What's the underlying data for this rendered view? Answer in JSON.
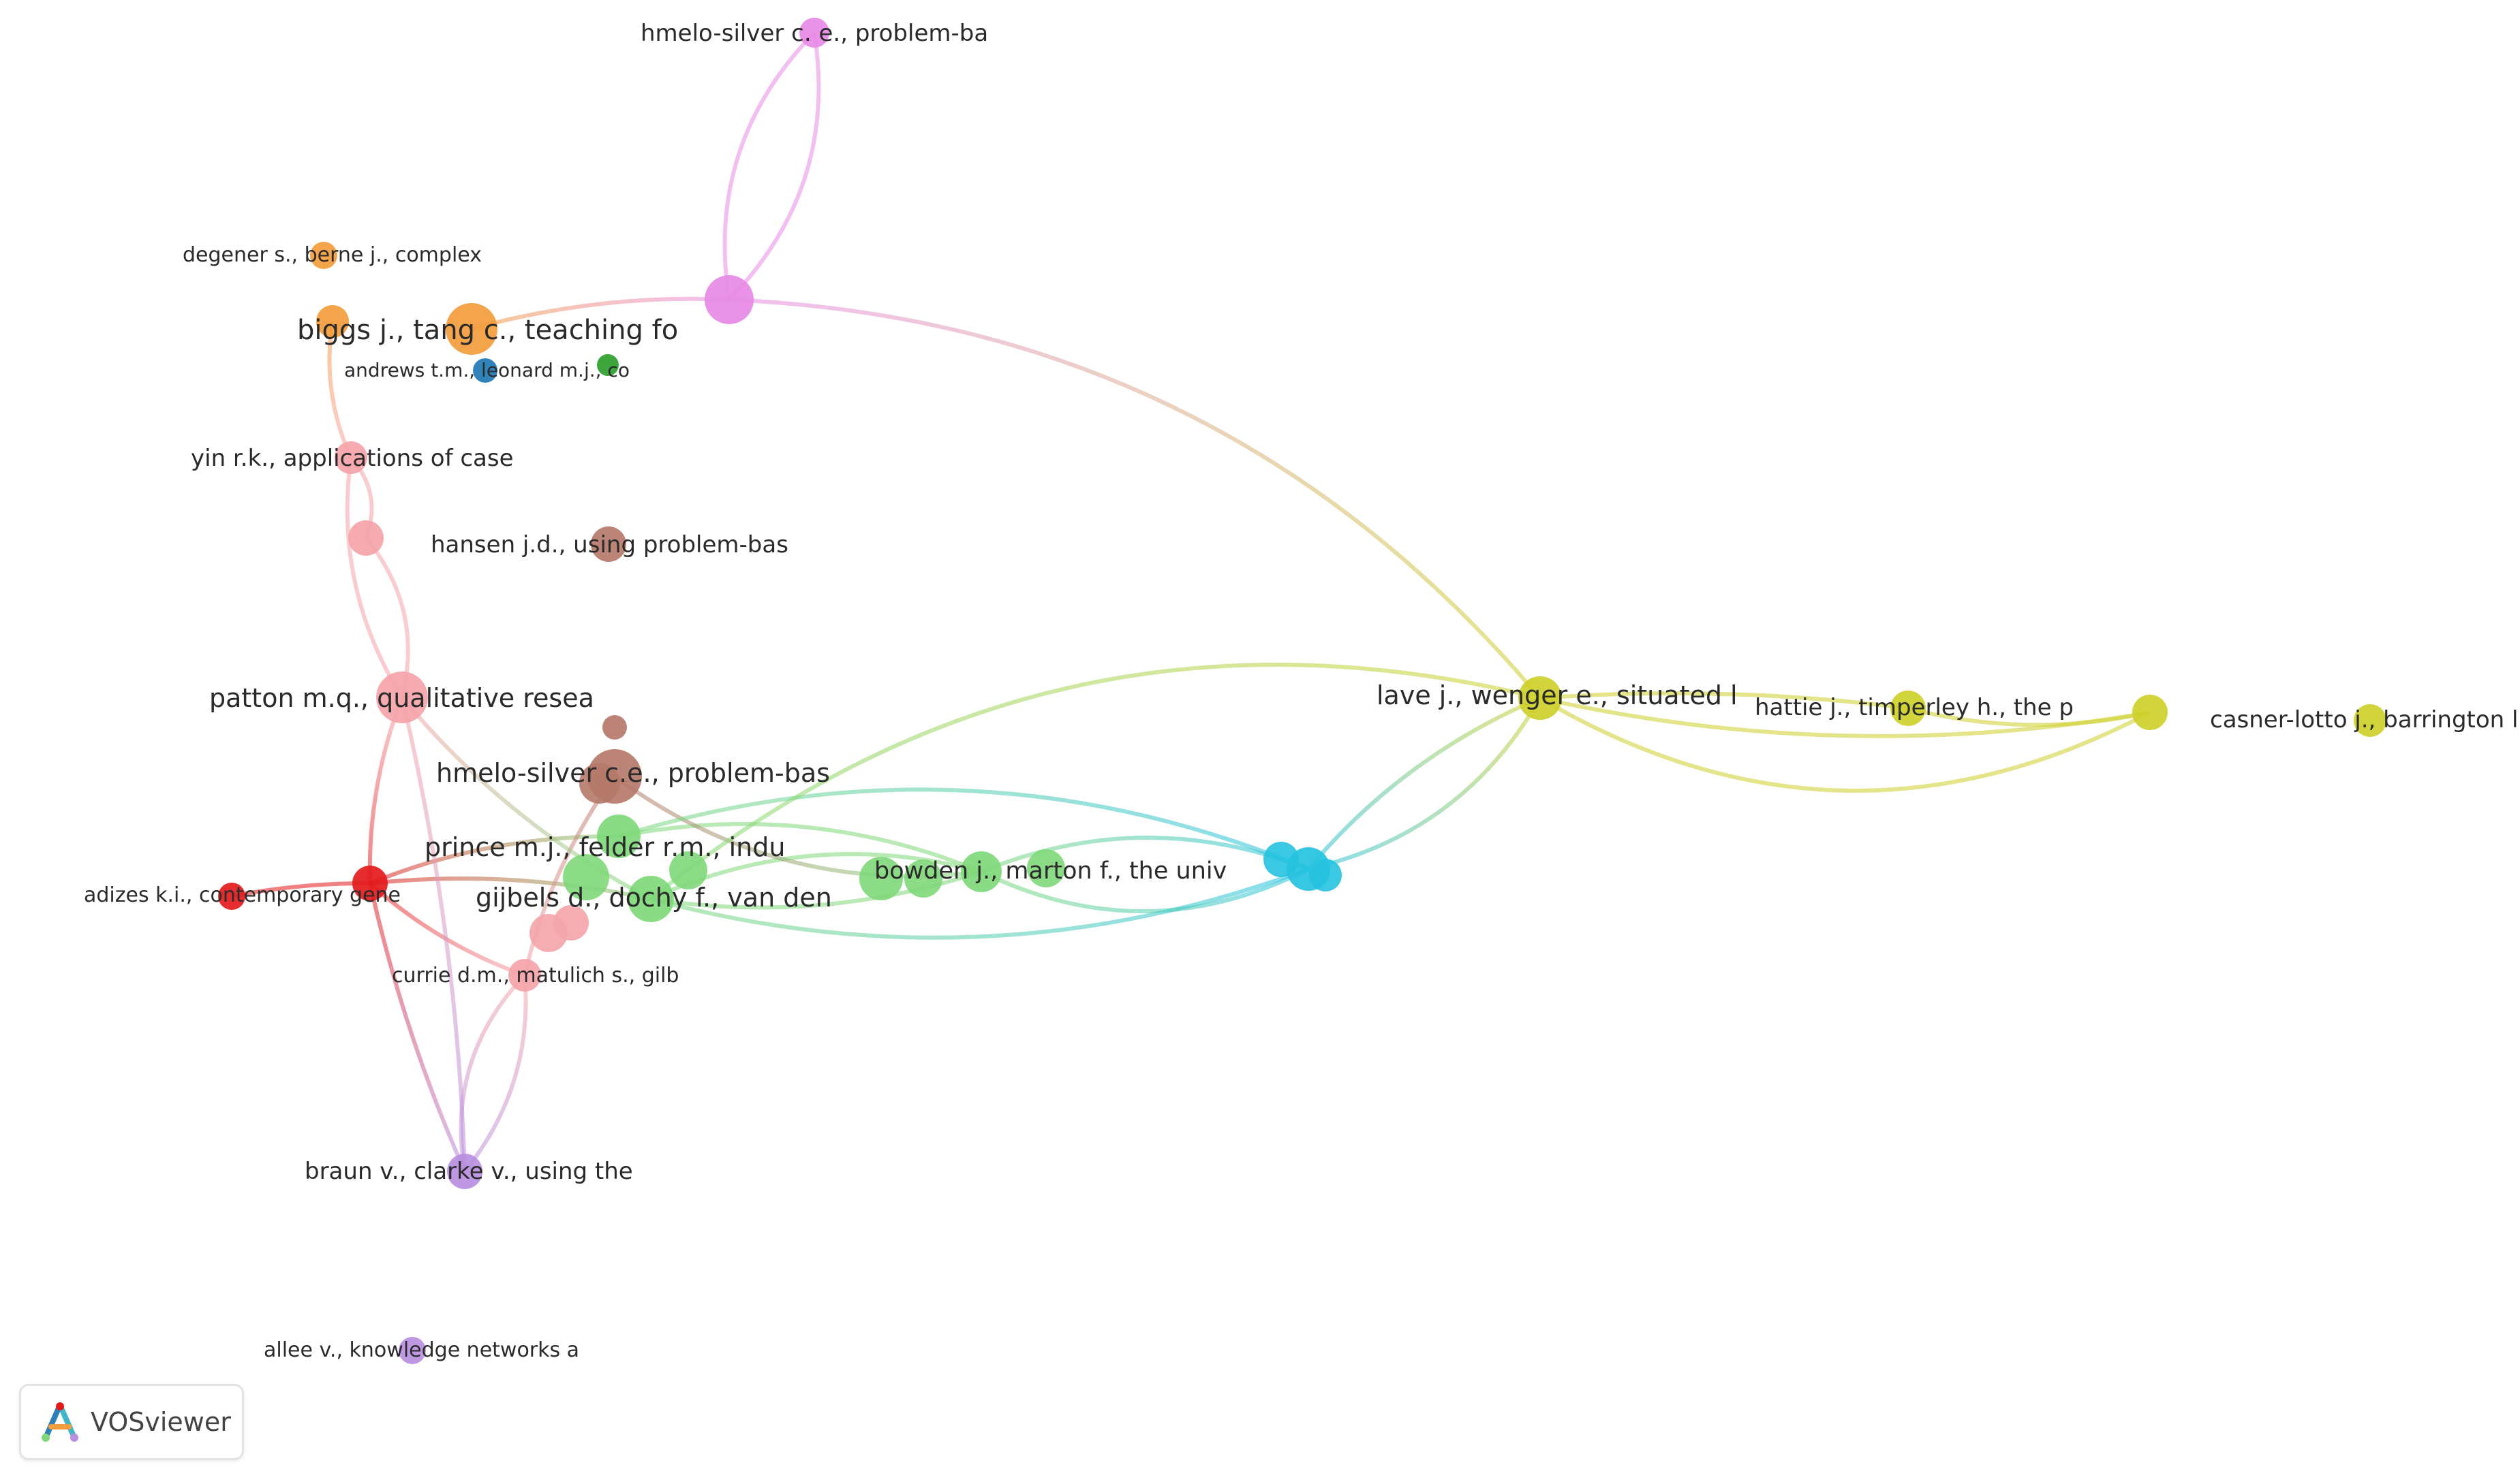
{
  "brand": {
    "name": "VOSviewer",
    "icon": "vosviewer-logo-icon"
  },
  "clusters": {
    "red": "#e41a1c",
    "pink": "#f4a4a9",
    "green": "#7fd87a",
    "blue": "#1f78b4",
    "yellow": "#cdd02a",
    "magenta": "#e78ae6",
    "orange": "#f39c3b",
    "brown": "#b5796a",
    "purple": "#b98fe0",
    "cyan": "#25c2e0",
    "darkgreen": "#2ca02c"
  },
  "nodes": [
    {
      "id": "hmelo_top",
      "label": "hmelo-silver c. e., problem-ba",
      "cluster": "magenta"
    },
    {
      "id": "mag_hub",
      "label": "",
      "cluster": "magenta"
    },
    {
      "id": "degener",
      "label": "degener s., berne j., complex",
      "cluster": "orange"
    },
    {
      "id": "biggs",
      "label": "biggs j., tang c., teaching fo",
      "cluster": "orange"
    },
    {
      "id": "biggs2",
      "label": "",
      "cluster": "orange"
    },
    {
      "id": "andrews",
      "label": "andrews t.m., leonard m.j., co",
      "cluster": "blue"
    },
    {
      "id": "dgreen",
      "label": "",
      "cluster": "darkgreen"
    },
    {
      "id": "yin",
      "label": "yin r.k., applications of case",
      "cluster": "pink"
    },
    {
      "id": "pink_mid",
      "label": "",
      "cluster": "pink"
    },
    {
      "id": "hansen",
      "label": "hansen j.d., using problem-bas",
      "cluster": "brown"
    },
    {
      "id": "patton",
      "label": "patton m.q., qualitative resea",
      "cluster": "pink"
    },
    {
      "id": "brown_sm",
      "label": "",
      "cluster": "brown"
    },
    {
      "id": "hmelo_mid",
      "label": "hmelo-silver c.e., problem-bas",
      "cluster": "brown"
    },
    {
      "id": "prince",
      "label": "prince m.j., felder r.m., indu",
      "cluster": "green"
    },
    {
      "id": "gijbels",
      "label": "gijbels d., dochy f., van den",
      "cluster": "green"
    },
    {
      "id": "adizes",
      "label": "adizes k.i., contemporary gene",
      "cluster": "red"
    },
    {
      "id": "red_hub",
      "label": "",
      "cluster": "red"
    },
    {
      "id": "currie",
      "label": "currie d.m., matulich s., gilb",
      "cluster": "pink"
    },
    {
      "id": "bowden",
      "label": "bowden j., marton f., the univ",
      "cluster": "green"
    },
    {
      "id": "cyan_hub",
      "label": "",
      "cluster": "cyan"
    },
    {
      "id": "lave",
      "label": "lave j., wenger e., situated l",
      "cluster": "yellow"
    },
    {
      "id": "hattie",
      "label": "hattie j., timperley h., the p",
      "cluster": "yellow"
    },
    {
      "id": "yel_r",
      "label": "",
      "cluster": "yellow"
    },
    {
      "id": "casner",
      "label": "casner-lotto j., barrington l.",
      "cluster": "yellow"
    },
    {
      "id": "braun",
      "label": "braun v., clarke v., using the",
      "cluster": "purple"
    },
    {
      "id": "allee",
      "label": "allee v., knowledge networks a",
      "cluster": "purple"
    }
  ]
}
